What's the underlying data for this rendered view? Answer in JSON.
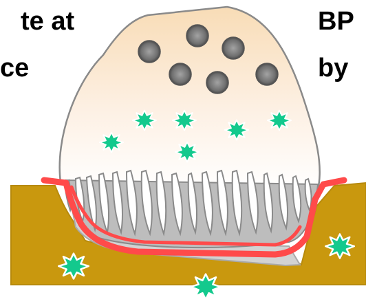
{
  "labels": {
    "left_line1": "te at",
    "left_line2": "ce",
    "right_line1": "BP",
    "right_line2": "by"
  },
  "colors": {
    "bone": "#c9980e",
    "cell_top": "#f8dcb6",
    "cell_bottom": "#fffaf4",
    "seal_zone": "#ff4a4a",
    "ruffled_border": "#bdbdbd",
    "nuclei": "#7a7a7a",
    "star_fill": "#13c98d",
    "star_outline": "#ffffff"
  },
  "icons": {
    "nucleus": "nucleus-icon",
    "particle": "green-star-particle-icon"
  }
}
